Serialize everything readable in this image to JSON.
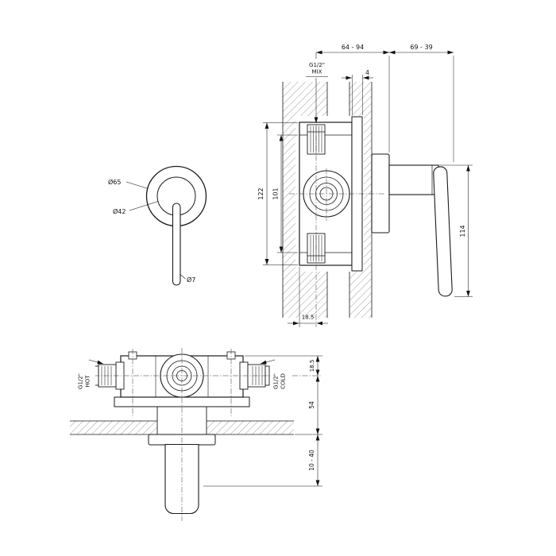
{
  "front": {
    "dia_outer": "Ø65",
    "dia_inner": "Ø42",
    "dia_lever": "Ø7"
  },
  "side": {
    "depth_range": "64 - 94",
    "protrusion_range": "69 - 39",
    "mix_size": "G1/2\"",
    "mix_name": "MIX",
    "plate_thickness": "4",
    "body_height": "122",
    "port_span": "101",
    "handle_drop": "114",
    "port_offset": "18.5"
  },
  "plan": {
    "hot_size": "G1/2\"",
    "hot_name": "HOT",
    "cold_size": "G1/2\"",
    "cold_name": "COLD",
    "top_offset": "18.5",
    "body_depth": "54",
    "wall_range": "10 - 40"
  }
}
